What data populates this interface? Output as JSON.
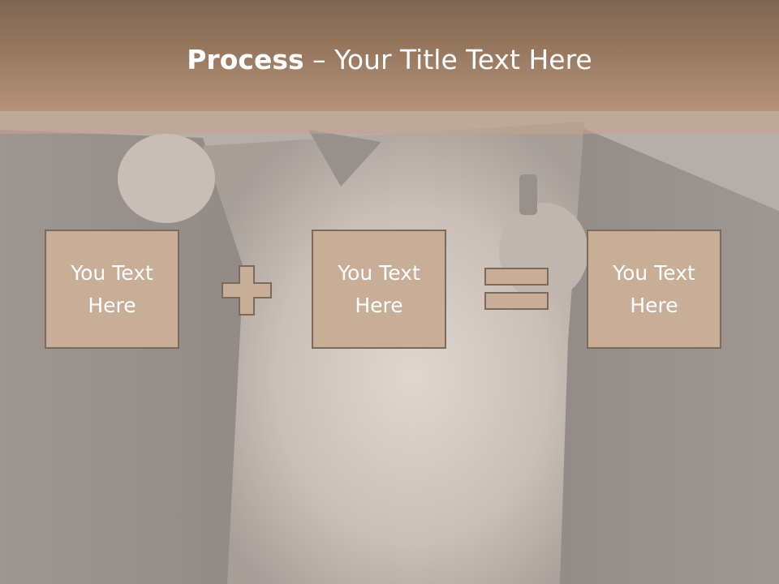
{
  "title": {
    "bold": "Process",
    "rest": " – Your Title Text Here"
  },
  "boxes": [
    {
      "line1": "You Text",
      "line2": "Here"
    },
    {
      "line1": "You Text",
      "line2": "Here"
    },
    {
      "line1": "You Text",
      "line2": "Here"
    }
  ],
  "operators": [
    "plus-icon",
    "equals-icon"
  ],
  "colors": {
    "title_band": "#97785f",
    "box_fill": "#c8ad97",
    "box_border": "#7b6a5e",
    "operator_fill": "#c8ad97",
    "text": "#ffffff"
  }
}
